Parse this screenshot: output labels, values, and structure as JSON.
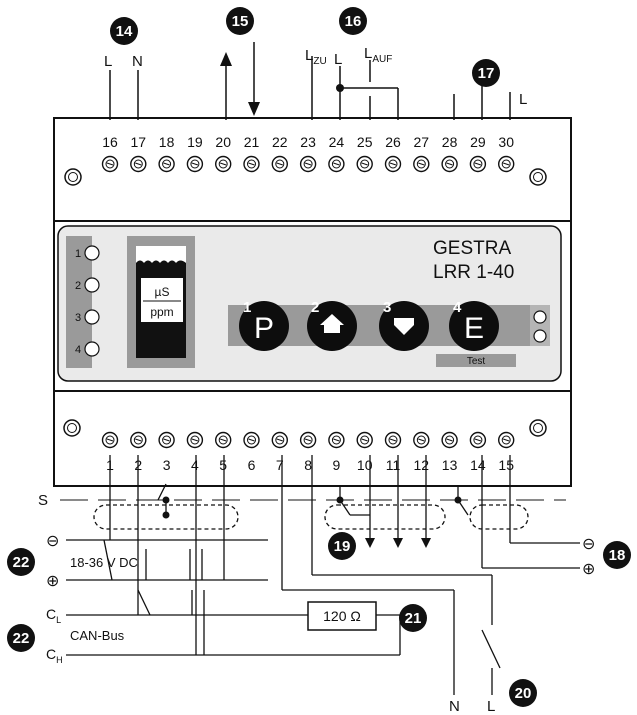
{
  "device": {
    "brand": "GESTRA",
    "model": "LRR 1-40",
    "unit_top": "µS",
    "unit_bottom": "ppm",
    "test_label": "Test",
    "led_labels": [
      "1",
      "2",
      "3",
      "4"
    ]
  },
  "buttons": [
    {
      "num": "1",
      "label": "P",
      "kind": "text"
    },
    {
      "num": "2",
      "label": "",
      "kind": "up-icon"
    },
    {
      "num": "3",
      "label": "",
      "kind": "down-icon"
    },
    {
      "num": "4",
      "label": "E",
      "kind": "text"
    }
  ],
  "top_terminals": [
    "16",
    "17",
    "18",
    "19",
    "20",
    "21",
    "22",
    "23",
    "24",
    "25",
    "26",
    "27",
    "28",
    "29",
    "30"
  ],
  "bottom_terminals": [
    "1",
    "2",
    "3",
    "4",
    "5",
    "6",
    "7",
    "8",
    "9",
    "10",
    "11",
    "12",
    "13",
    "14",
    "15"
  ],
  "top_labels": {
    "l": "L",
    "n": "N",
    "l_zu_main": "L",
    "l_zu_sub": "ZU",
    "l24": "L",
    "l_auf_main": "L",
    "l_auf_sub": "AUF",
    "l30": "L"
  },
  "bottom_labels": {
    "s": "S",
    "minus": "⊖",
    "plus": "⊕",
    "voltage": "18-36 V DC",
    "cl_main": "C",
    "cl_sub": "L",
    "ch_main": "C",
    "ch_sub": "H",
    "canbus": "CAN-Bus",
    "resistor": "120 Ω",
    "n": "N",
    "l": "L",
    "minus_right": "⊖",
    "plus_right": "⊕"
  },
  "callouts": [
    "14",
    "15",
    "16",
    "17",
    "18",
    "19",
    "20",
    "21",
    "22",
    "22"
  ]
}
